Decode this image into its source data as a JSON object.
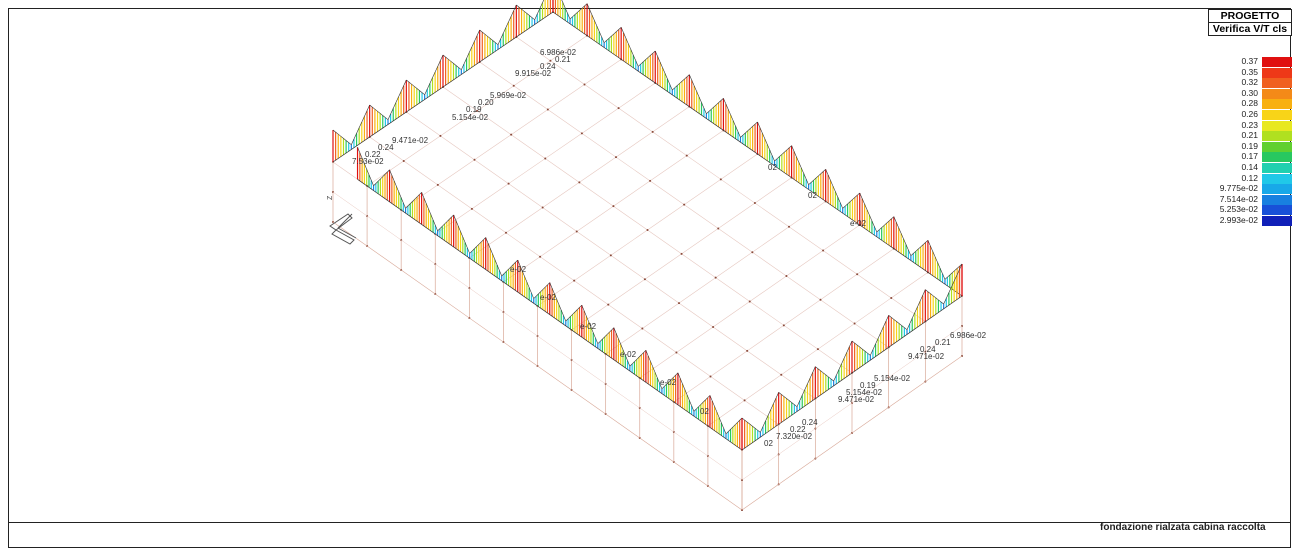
{
  "title_box": {
    "line1": "PROGETTO",
    "line2": "Verifica V/T cls"
  },
  "legend": {
    "entries": [
      {
        "label": "0.37",
        "color": "#e01010"
      },
      {
        "label": "0.35",
        "color": "#ee3818"
      },
      {
        "label": "0.32",
        "color": "#f06020"
      },
      {
        "label": "0.30",
        "color": "#f48a18"
      },
      {
        "label": "0.28",
        "color": "#f8b010"
      },
      {
        "label": "0.26",
        "color": "#f8d418"
      },
      {
        "label": "0.23",
        "color": "#e8e820"
      },
      {
        "label": "0.21",
        "color": "#b0e020"
      },
      {
        "label": "0.19",
        "color": "#60d030"
      },
      {
        "label": "0.17",
        "color": "#28c860"
      },
      {
        "label": "0.14",
        "color": "#20d0b0"
      },
      {
        "label": "0.12",
        "color": "#20c8e8"
      },
      {
        "label": "9.775e-02",
        "color": "#18a8e8"
      },
      {
        "label": "7.514e-02",
        "color": "#1880e0"
      },
      {
        "label": "5.253e-02",
        "color": "#1850d8"
      },
      {
        "label": "2.993e-02",
        "color": "#1020b8"
      }
    ]
  },
  "footer": {
    "text": "fondazione rialzata cabina raccolta"
  },
  "axis_triad": {
    "label": "Z"
  },
  "annotations": [
    {
      "text": "6.986e-02"
    },
    {
      "text": "0.21"
    },
    {
      "text": "0.24"
    },
    {
      "text": "9.915e-02"
    },
    {
      "text": "5.969e-02"
    },
    {
      "text": "0.20"
    },
    {
      "text": "0.19"
    },
    {
      "text": "5.154e-02"
    },
    {
      "text": "9.471e-02"
    },
    {
      "text": "0.24"
    },
    {
      "text": "0.22"
    },
    {
      "text": "7.53e-02"
    },
    {
      "text": "6.986e-02"
    },
    {
      "text": "0.21"
    },
    {
      "text": "0.24"
    },
    {
      "text": "9.471e-02"
    },
    {
      "text": "5.154e-02"
    },
    {
      "text": "0.19"
    },
    {
      "text": "5.154e-02"
    },
    {
      "text": "9.471e-02"
    },
    {
      "text": "0.24"
    },
    {
      "text": "0.22"
    },
    {
      "text": "7.320e-02"
    },
    {
      "text": "02"
    },
    {
      "text": "02"
    },
    {
      "text": "02"
    },
    {
      "text": "e-02"
    },
    {
      "text": "e-02"
    },
    {
      "text": "e-02"
    },
    {
      "text": "e-02"
    },
    {
      "text": "e-02"
    },
    {
      "text": "e-02"
    },
    {
      "text": "02"
    }
  ]
}
